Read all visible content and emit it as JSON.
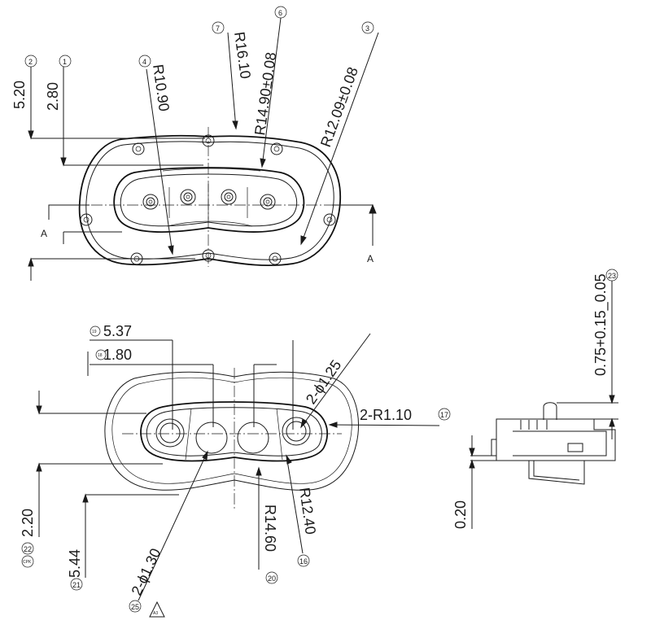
{
  "top_view": {
    "dims": {
      "d2": "5.20",
      "d1": "2.80",
      "d4": "R10.90",
      "d7": "R16.10",
      "d6": "R14.90±0.08",
      "d3": "R12.09±0.08"
    },
    "balloons": {
      "b2": "2",
      "b1": "1",
      "b4": "4",
      "b7": "7",
      "b6": "6",
      "b3": "3"
    },
    "section_left": "A",
    "section_right": "A"
  },
  "bottom_view": {
    "dims": {
      "d19": "5.37",
      "d18": "1.80",
      "d_hole_top": "2-ϕ1.25",
      "d17": "2-R1.10",
      "d22": "2.20",
      "d21": "5.44",
      "d_hole_bottom": "2-ϕ1.30",
      "d20": "R14.60",
      "d16": "R12.40"
    },
    "balloons": {
      "b19": "19",
      "b18": "18",
      "b17": "17",
      "b22": "22",
      "b21": "21",
      "b20": "20",
      "b16": "16",
      "b25": "25"
    },
    "cpk_label": "CPK",
    "triangle_label": "A3"
  },
  "side_view": {
    "dims": {
      "d23": "0.75+0.15_0.05",
      "d_bottom": "0.20"
    },
    "balloons": {
      "b23": "23"
    }
  }
}
